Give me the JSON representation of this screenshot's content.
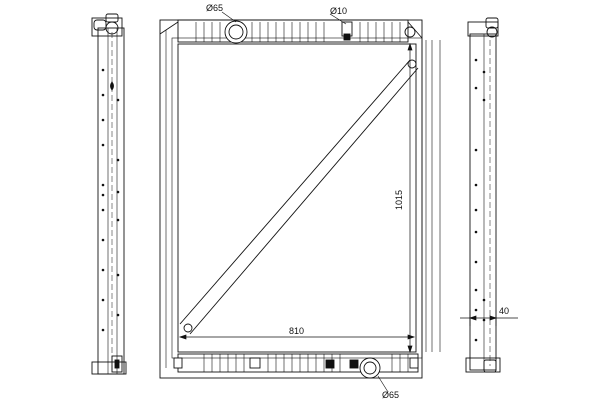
{
  "drawing": {
    "subject": "radiator-technical-drawing",
    "views": [
      "side-view-left",
      "front-view",
      "side-view-right"
    ]
  },
  "dimensions": {
    "inlet_diameter": "Ø65",
    "small_port_diameter": "Ø10",
    "core_height": "1015",
    "core_width": "810",
    "outlet_diameter": "Ø65",
    "depth": "40"
  }
}
